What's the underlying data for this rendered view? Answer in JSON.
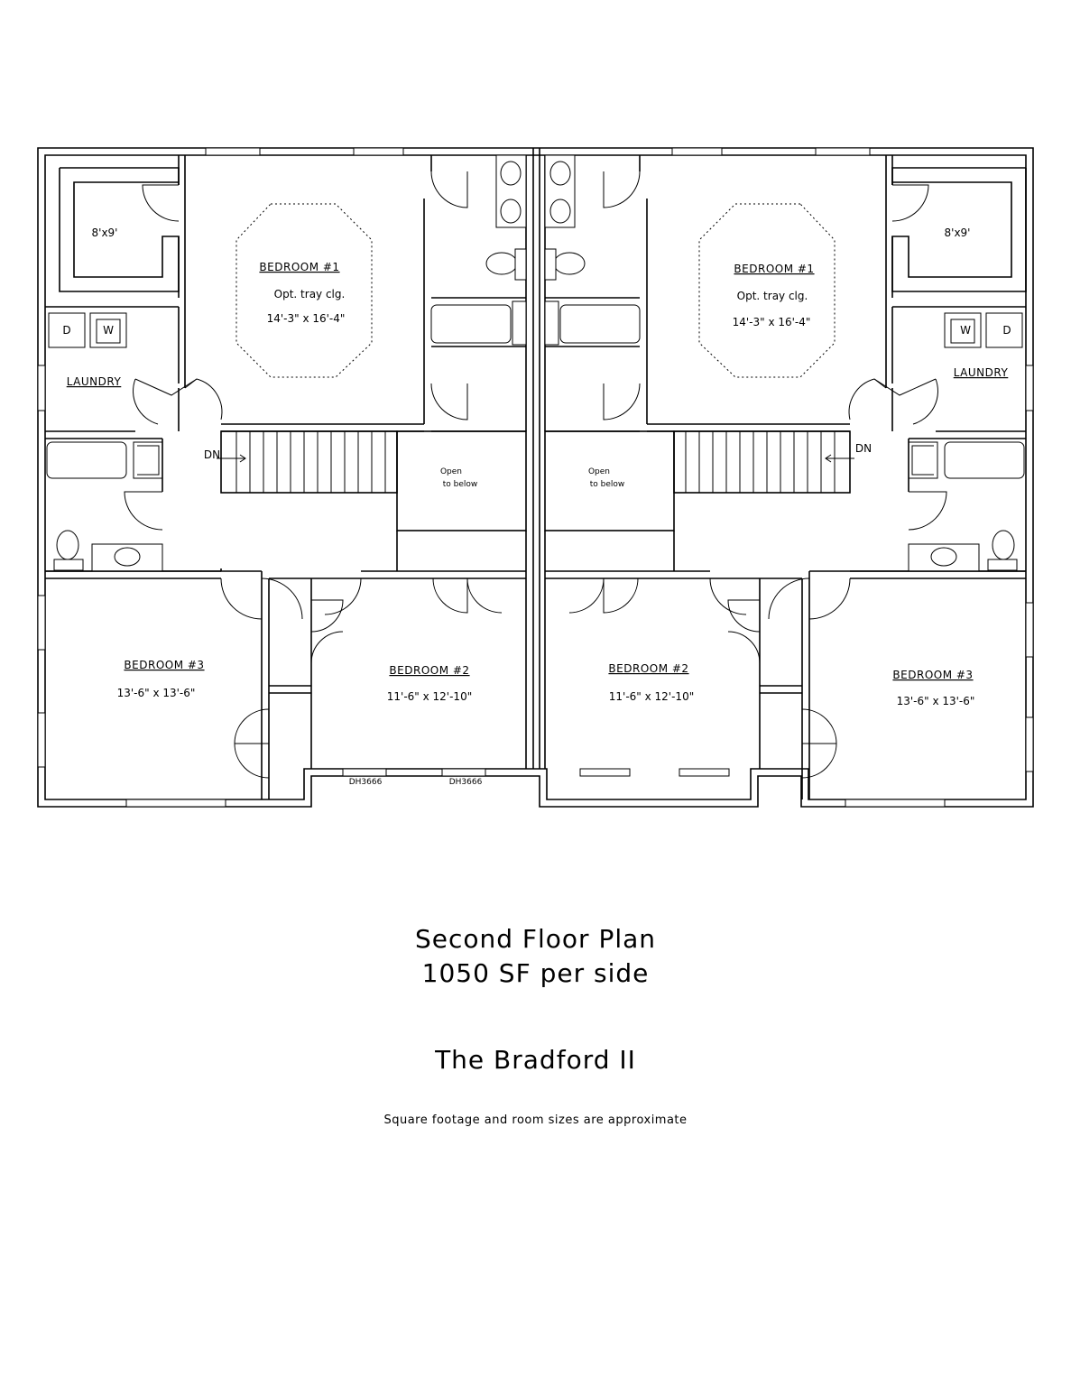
{
  "plan": {
    "left_unit": {
      "closet_size": "8'x9'",
      "laundry_label": "LAUNDRY",
      "dryer": "D",
      "washer": "W",
      "bedroom1_name": "BEDROOM #1",
      "bedroom1_note": "Opt. tray clg.",
      "bedroom1_size": "14'-3\" x 16'-4\"",
      "stair_label": "DN",
      "open_line1": "Open",
      "open_line2": "to below",
      "bedroom2_name": "BEDROOM #2",
      "bedroom2_size": "11'-6\" x 12'-10\"",
      "bedroom3_name": "BEDROOM #3",
      "bedroom3_size": "13'-6\" x 13'-6\"",
      "window1": "DH3666",
      "window2": "DH3666"
    },
    "right_unit": {
      "closet_size": "8'x9'",
      "laundry_label": "LAUNDRY",
      "dryer": "D",
      "washer": "W",
      "bedroom1_name": "BEDROOM #1",
      "bedroom1_note": "Opt. tray clg.",
      "bedroom1_size": "14'-3\" x 16'-4\"",
      "stair_label": "DN",
      "open_line1": "Open",
      "open_line2": "to below",
      "bedroom2_name": "BEDROOM #2",
      "bedroom2_size": "11'-6\" x 12'-10\"",
      "bedroom3_name": "BEDROOM #3",
      "bedroom3_size": "13'-6\" x 13'-6\""
    }
  },
  "caption": {
    "line1": "Second Floor Plan",
    "line2": "1050 SF per side",
    "name": "The Bradford II",
    "note": "Square footage and room sizes are approximate"
  }
}
